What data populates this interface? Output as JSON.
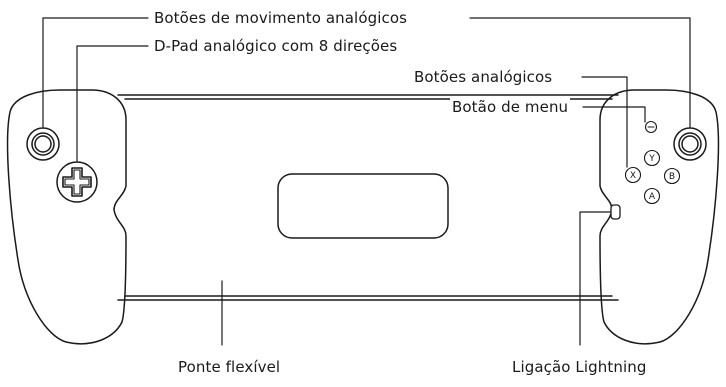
{
  "labels": {
    "analog_movement_buttons": "Botões de movimento analógicos",
    "dpad": "D-Pad analógico com 8 direções",
    "analog_buttons": "Botões analógicos",
    "menu_button": "Botão de menu",
    "flexible_bridge": "Ponte flexível",
    "lightning_connection": "Ligação Lightning"
  },
  "face_buttons": {
    "y": "Y",
    "x": "X",
    "b": "B",
    "a": "A"
  },
  "colors": {
    "outline": "#1a1a1a",
    "background": "#ffffff"
  }
}
